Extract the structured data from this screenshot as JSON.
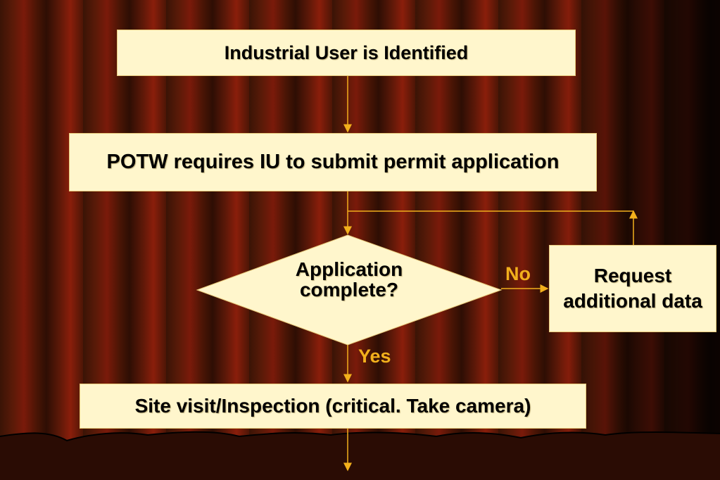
{
  "nodes": {
    "industrial_user_identified": "Industrial User is Identified",
    "potw_requires_application": "POTW requires IU to submit permit application",
    "application_complete": [
      "Application",
      "complete?"
    ],
    "request_additional_data": [
      "Request",
      "additional data"
    ],
    "site_visit": "Site visit/Inspection (critical.  Take camera)"
  },
  "edge_labels": {
    "no": "No",
    "yes": "Yes"
  },
  "colors": {
    "box_fill": "#fff6cc",
    "arrow": "#f2b01c",
    "label": "#f2b01c",
    "background": "#5a1a08"
  }
}
